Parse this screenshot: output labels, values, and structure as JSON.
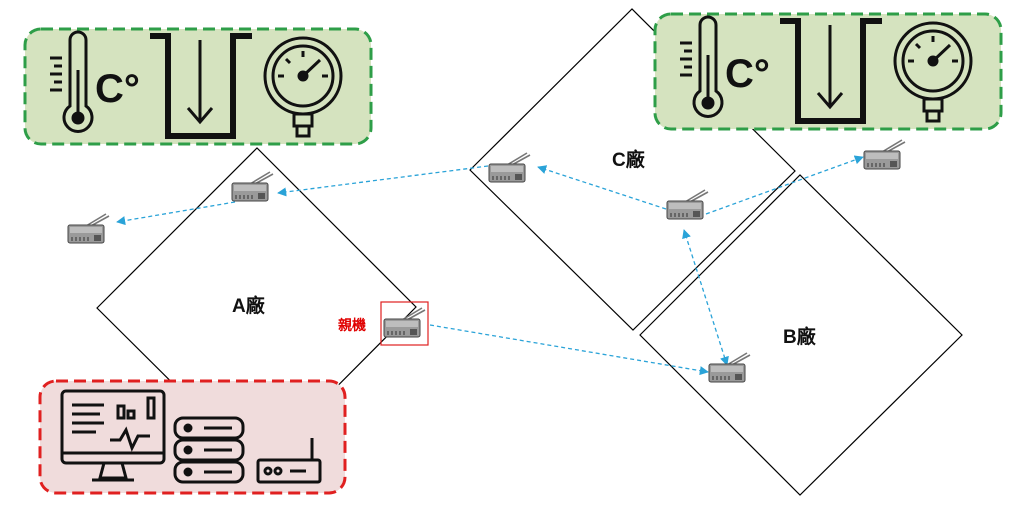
{
  "factories": [
    {
      "id": "A",
      "label": "A廠"
    },
    {
      "id": "B",
      "label": "B廠"
    },
    {
      "id": "C",
      "label": "C廠"
    }
  ],
  "parent_label": "親機",
  "sensor_panels": [
    {
      "id": "left",
      "icons": [
        "thermometer-icon",
        "celsius-icon",
        "water-level-icon",
        "pressure-gauge-icon"
      ],
      "celsius_text": "C°"
    },
    {
      "id": "right",
      "icons": [
        "thermometer-icon",
        "celsius-icon",
        "water-level-icon",
        "pressure-gauge-icon"
      ],
      "celsius_text": "C°"
    }
  ],
  "server_panel": {
    "icons": [
      "monitor-dashboard-icon",
      "server-rack-icon",
      "router-icon"
    ]
  },
  "colors": {
    "link": "#2aa3d8",
    "sensor_panel_fill": "#d5e3bf",
    "sensor_panel_border": "#2e9e48",
    "server_panel_fill": "#f0dcdc",
    "server_panel_border": "#e02020",
    "parent_highlight": "#e02020"
  }
}
